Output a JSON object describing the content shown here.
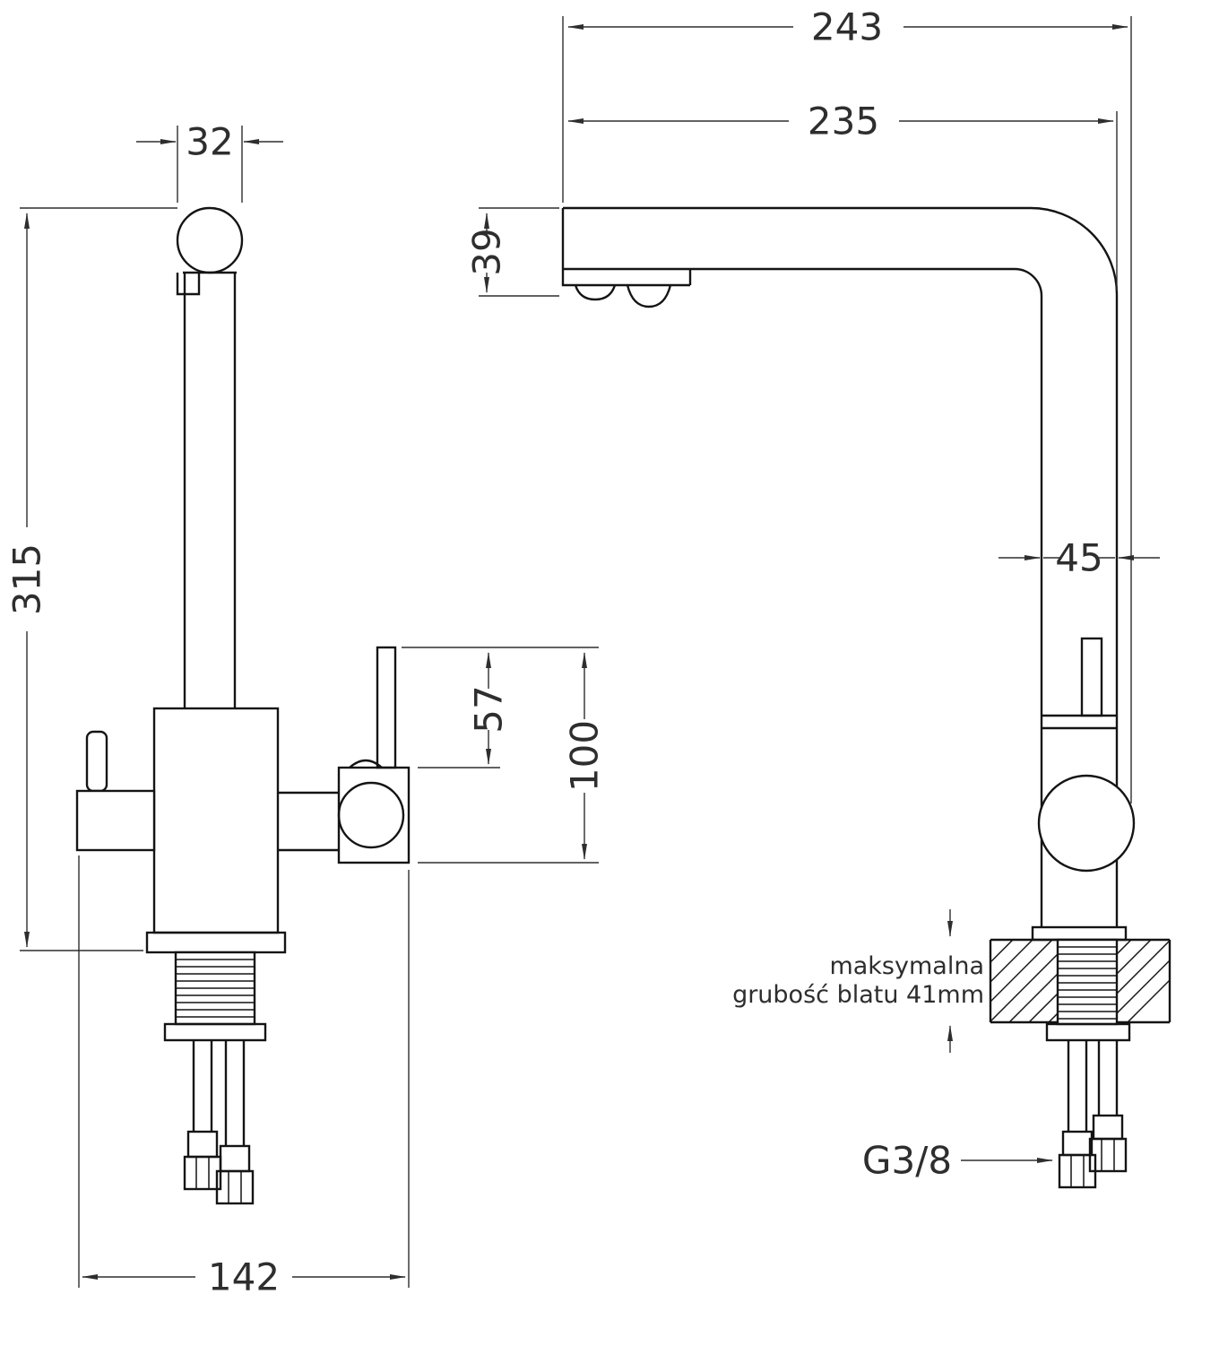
{
  "drawing": {
    "front_view": {
      "dim_cap_width": "32",
      "dim_total_height": "315",
      "dim_lever_height": "57",
      "dim_body_height": "100",
      "dim_base_width": "142"
    },
    "side_view": {
      "dim_total_depth": "243",
      "dim_spout_reach": "235",
      "dim_spout_height": "39",
      "dim_body_depth": "45",
      "note_line1": "maksymalna",
      "note_line2": "grubość blatu 41mm",
      "thread_label": "G3/8"
    },
    "colors": {
      "line": "#141414",
      "dimension": "#2e2e2e",
      "background": "#ffffff"
    }
  }
}
